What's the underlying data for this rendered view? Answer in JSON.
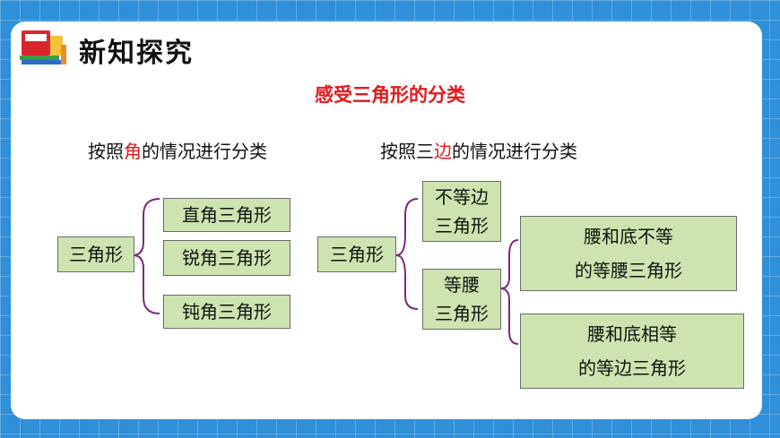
{
  "header": {
    "title": "新知探究"
  },
  "subtitle": "感受三角形的分类",
  "left": {
    "caption_pre": "按照",
    "caption_hl": "角",
    "caption_post": "的情况进行分类",
    "root": "三角形",
    "items": [
      "直角三角形",
      "锐角三角形",
      "钝角三角形"
    ]
  },
  "right": {
    "caption_pre": "按照三",
    "caption_hl": "边",
    "caption_post": "的情况进行分类",
    "root": "三角形",
    "scalene": {
      "line1": "不等边",
      "line2": "三角形"
    },
    "isosceles": {
      "line1": "等腰",
      "line2": "三角形"
    },
    "sub": [
      {
        "line1": "腰和底不等",
        "line2": "的等腰三角形"
      },
      {
        "line1": "腰和底相等",
        "line2": "的等边三角形"
      }
    ]
  },
  "colors": {
    "accent": "#e4191c",
    "box_fill": "#cde4b0",
    "brace": "#7a2a7a",
    "background": "#2f8fd8"
  }
}
